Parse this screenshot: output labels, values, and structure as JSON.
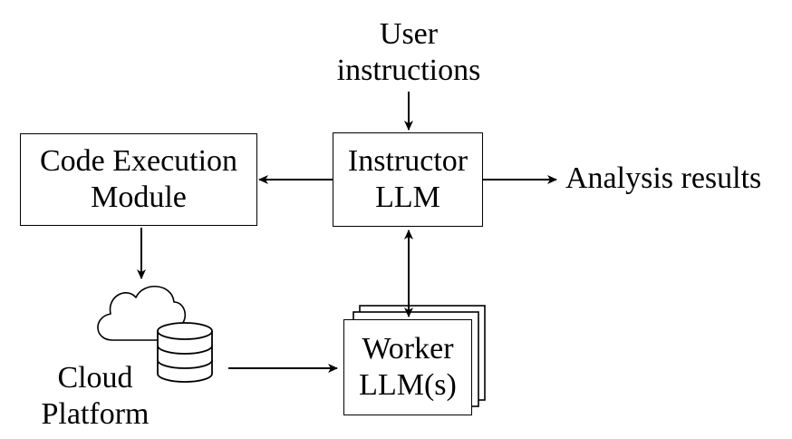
{
  "nodes": {
    "user_instructions": [
      "User",
      "instructions"
    ],
    "code_execution": [
      "Code Execution",
      "Module"
    ],
    "instructor": [
      "Instructor",
      "LLM"
    ],
    "analysis_results": "Analysis results",
    "worker": [
      "Worker",
      "LLM(s)"
    ],
    "cloud_platform": [
      "Cloud",
      "Platform"
    ]
  },
  "icons": {
    "cloud": "cloud-icon",
    "database": "database-icon"
  },
  "colors": {
    "stroke": "#000000",
    "background": "#ffffff"
  }
}
